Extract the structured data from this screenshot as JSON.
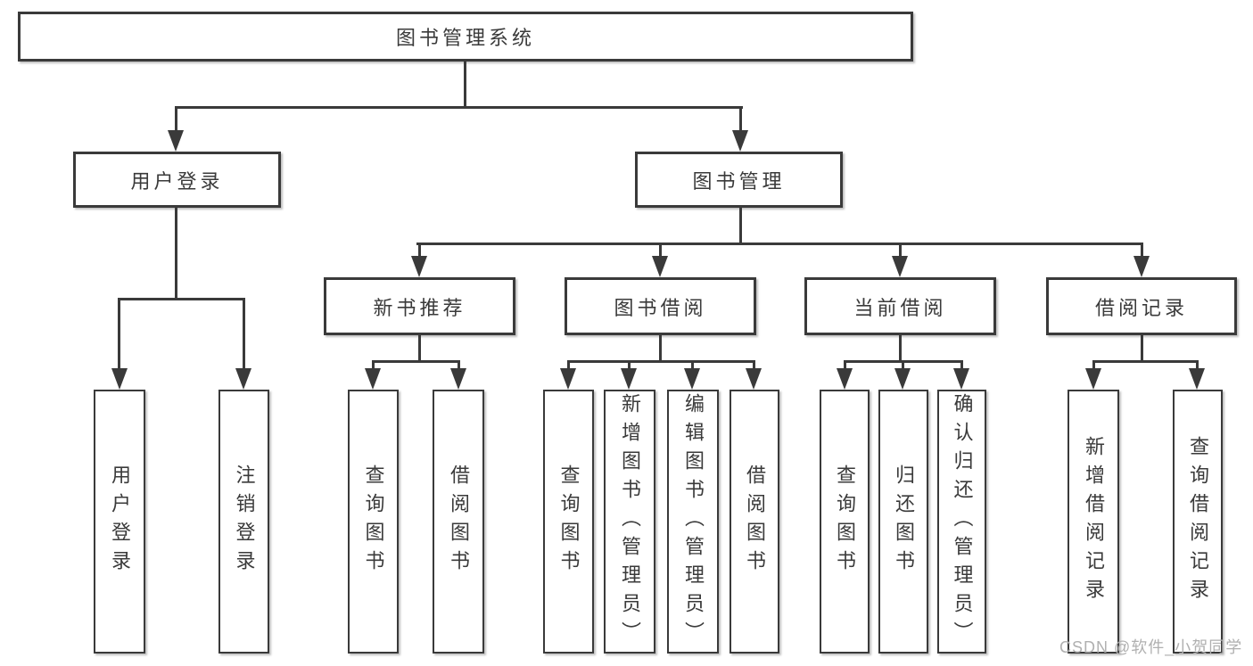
{
  "nodes": {
    "root": {
      "label": "图书管理系统"
    },
    "level2": [
      {
        "label": "用户登录"
      },
      {
        "label": "图书管理"
      }
    ],
    "level3": [
      {
        "label": "新书推荐",
        "parent": "图书管理"
      },
      {
        "label": "图书借阅",
        "parent": "图书管理"
      },
      {
        "label": "当前借阅",
        "parent": "图书管理"
      },
      {
        "label": "借阅记录",
        "parent": "图书管理"
      }
    ],
    "leaves": [
      {
        "label": "用户登录",
        "parent": "用户登录"
      },
      {
        "label": "注销登录",
        "parent": "用户登录"
      },
      {
        "label": "查询图书",
        "parent": "新书推荐"
      },
      {
        "label": "借阅图书",
        "parent": "新书推荐"
      },
      {
        "label": "查询图书",
        "parent": "图书借阅"
      },
      {
        "label": "新增图书（管理员）",
        "parent": "图书借阅"
      },
      {
        "label": "编辑图书（管理员）",
        "parent": "图书借阅"
      },
      {
        "label": "借阅图书",
        "parent": "图书借阅"
      },
      {
        "label": "查询图书",
        "parent": "当前借阅"
      },
      {
        "label": "归还图书",
        "parent": "当前借阅"
      },
      {
        "label": "确认归还（管理员）",
        "parent": "当前借阅"
      },
      {
        "label": "新增借阅记录",
        "parent": "借阅记录"
      },
      {
        "label": "查询借阅记录",
        "parent": "借阅记录"
      }
    ]
  },
  "watermark": {
    "text": "CSDN @软件_小贺同学"
  },
  "colors": {
    "line": "#3a3a3a",
    "text": "#3a3a3a",
    "box_background": "#ffffff",
    "watermark": "#b0b0b0",
    "background": "#ffffff"
  }
}
